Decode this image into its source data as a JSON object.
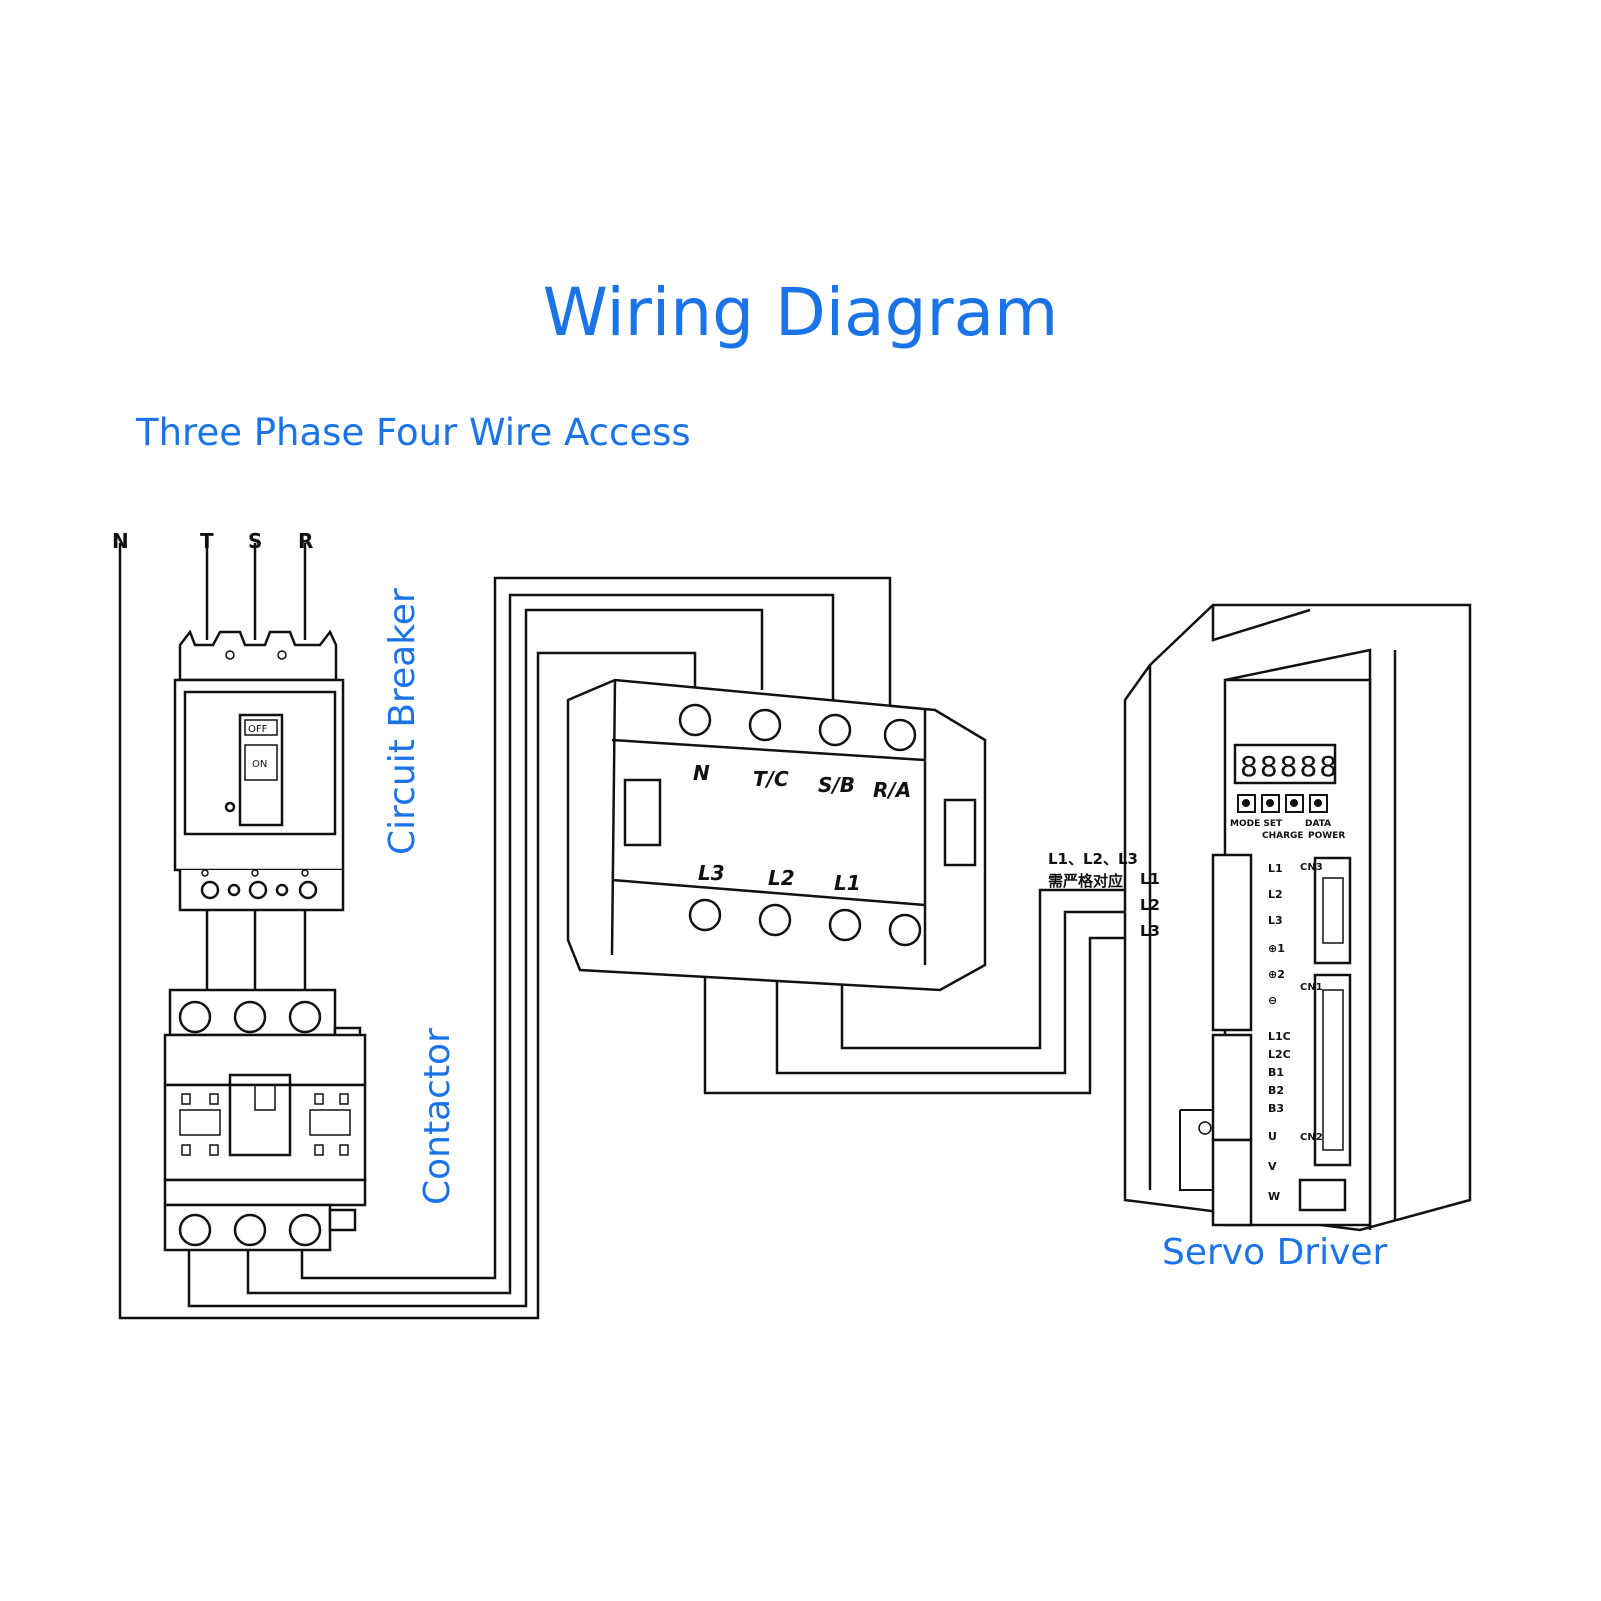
{
  "title": "Wiring Diagram",
  "subtitle": "Three Phase Four Wire Access",
  "labels": {
    "circuit_breaker": "Circuit Breaker",
    "contactor": "Contactor",
    "servo_driver": "Servo Driver"
  },
  "phase_inputs": [
    "N",
    "T",
    "S",
    "R"
  ],
  "relay": {
    "top_terminals": [
      "N",
      "T/C",
      "S/B",
      "R/A"
    ],
    "bottom_terminals": [
      "L3",
      "L2",
      "L1"
    ]
  },
  "breaker_switch": {
    "off_label": "OFF",
    "on_label": "ON"
  },
  "servo": {
    "display": "88888",
    "note_line1": "L1、L2、L3",
    "note_line2": "需严格对应",
    "input_labels": [
      "L1",
      "L2",
      "L3"
    ],
    "terminal_labels": [
      "L1",
      "L2",
      "L3",
      "⊕1",
      "⊕2",
      "⊖",
      "L1C",
      "L2C",
      "B1",
      "B2",
      "B3",
      "U",
      "V",
      "W"
    ],
    "button_labels": [
      "MODE SET",
      "DATA"
    ],
    "led_labels": [
      "CHARGE",
      "POWER"
    ],
    "connector_labels": [
      "CN3",
      "CN1",
      "CN2"
    ]
  }
}
